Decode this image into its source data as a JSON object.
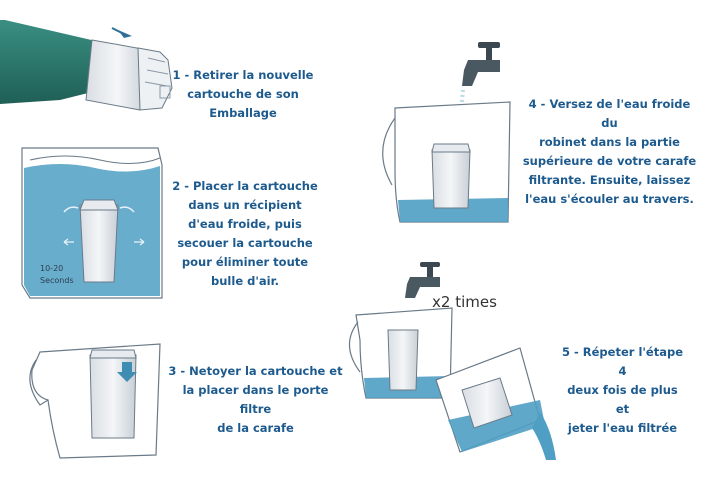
{
  "steps": [
    {
      "text": "1 - Retirer la nouvelle\ncartouche de son\nEmballage"
    },
    {
      "text": "2 - Placer la cartouche\ndans un récipient\nd'eau froide, puis\nsecouer la cartouche\npour éliminer toute\nbulle d'air."
    },
    {
      "text": "3 - Netoyer la cartouche et\nla placer dans le porte filtre\nde la carafe"
    },
    {
      "text": "4 - Versez de l'eau froide du\nrobinet dans la partie\nsupérieure de votre carafe\nfiltrante. Ensuite, laissez\nl'eau s'écouler au travers."
    },
    {
      "text": "5 - Répeter l'étape 4\ndeux fois de plus et\njeter l'eau filtrée"
    }
  ],
  "labels": {
    "seconds_range": "10-20",
    "seconds_unit": "Seconds",
    "repeat": "x2 times"
  },
  "colors": {
    "text": "#1d5a8e",
    "water": "#4f9fc4",
    "pouch": "#2f7f73",
    "outline": "#6a7a88",
    "arrow": "#3f8db3"
  },
  "icons": [
    "cartridge-icon",
    "faucet-icon",
    "pitcher-icon",
    "water-tank-icon",
    "arrow-icon"
  ]
}
